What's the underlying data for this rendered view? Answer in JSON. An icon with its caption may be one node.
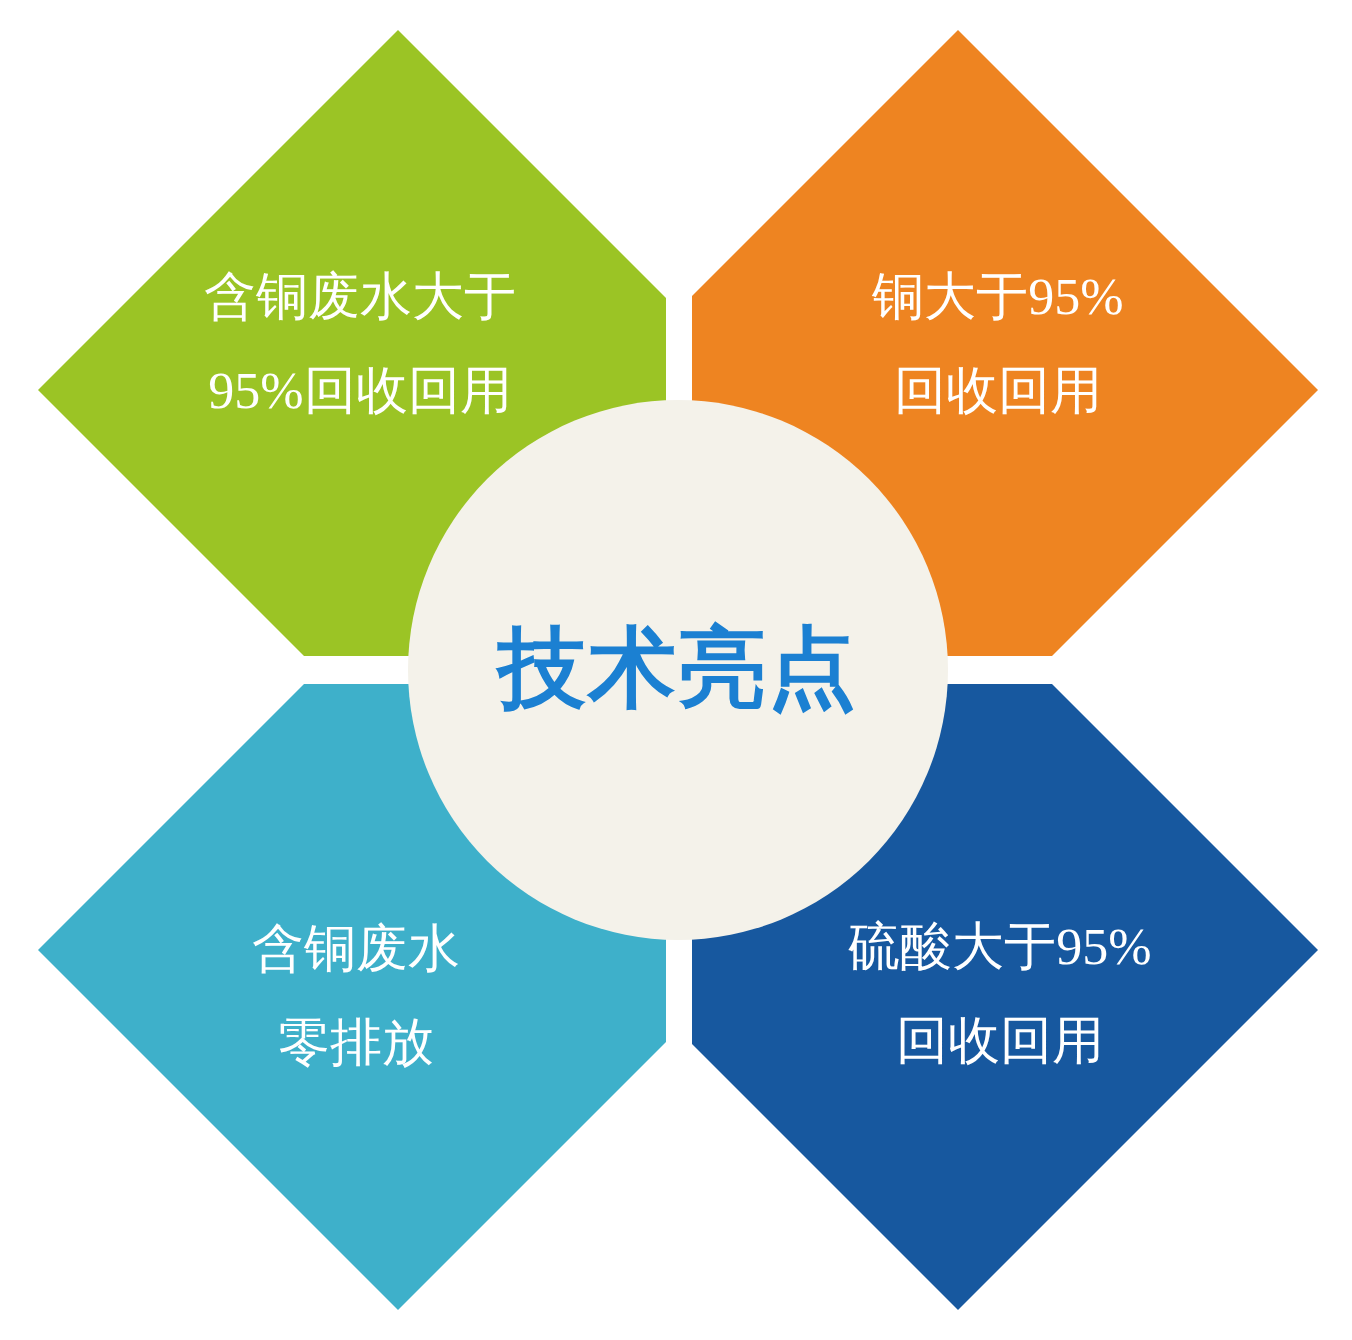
{
  "diagram": {
    "nodes": [
      {
        "text": [
          "技术亮点"
        ]
      },
      {
        "text": [
          "含铜废水大于95%回收回用"
        ]
      },
      {
        "text": [
          "铜大于95%回收回用"
        ]
      },
      {
        "text": [
          "含铜废水零排放"
        ]
      },
      {
        "text": [
          "硫酸大于95%回收回用"
        ]
      }
    ]
  }
}
